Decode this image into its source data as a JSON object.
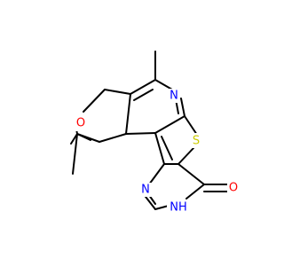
{
  "atoms": {
    "o_ring": {
      "text": "O",
      "color": "#ff0000"
    },
    "n_pyr": {
      "text": "N",
      "color": "#0000ff"
    },
    "s": {
      "text": "S",
      "color": "#cccc00"
    },
    "n_pym": {
      "text": "N",
      "color": "#0000ff"
    },
    "nh": {
      "text": "NH",
      "color": "#0000ff"
    },
    "o_keto": {
      "text": "O",
      "color": "#ff0000"
    }
  },
  "colors": {
    "bond": "#000000",
    "background": "#ffffff"
  }
}
